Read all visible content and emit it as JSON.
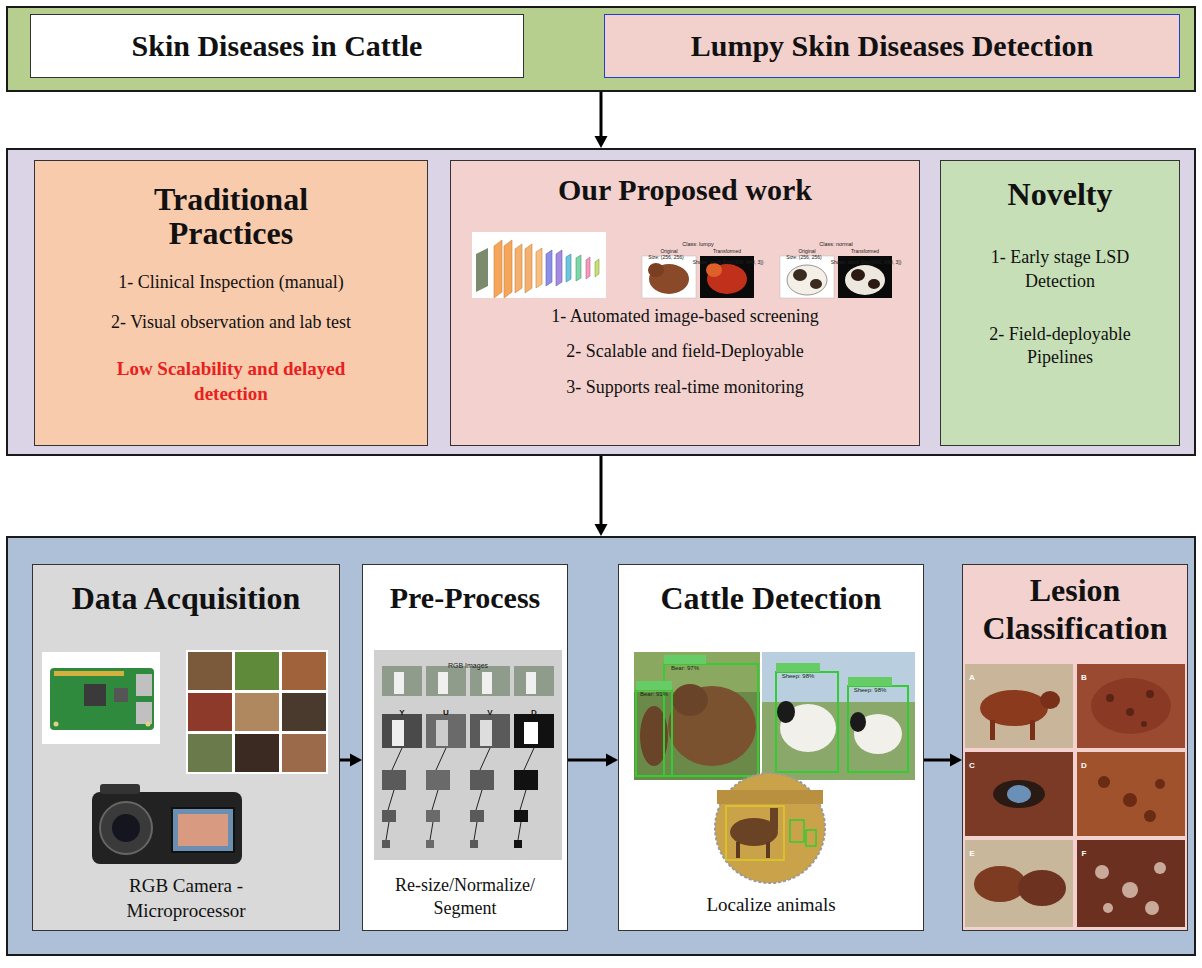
{
  "diagram": {
    "nodes": [
      {
        "text": []
      },
      {
        "text": [
          "Skin Diseases in Cattle"
        ],
        "in": 0
      },
      {
        "text": [
          "Lumpy Skin Diseases Detection"
        ],
        "in": 0
      },
      {
        "text": []
      },
      {
        "text": [
          "Traditional Practices",
          "1- Clinical Inspection (manual)",
          "2- Visual observation and lab test",
          "Low Scalability and delayed detection"
        ],
        "in": 3
      },
      {
        "text": [
          "Our Proposed work",
          "1- Automated image-based screening",
          "2- Scalable and field-Deployable",
          "3- Supports real-time monitoring"
        ],
        "in": 3
      },
      {
        "text": [
          "Novelty",
          "1- Early stage LSD Detection",
          "2- Field-deployable Pipelines"
        ],
        "in": 3
      },
      {
        "text": []
      },
      {
        "text": [
          "Data Acquisition",
          "RGB Camera - Microprocessor"
        ],
        "in": 7
      },
      {
        "text": [
          "Pre-Process",
          "Re-size/Normalize/ Segment"
        ],
        "in": 7
      },
      {
        "text": [
          "Cattle Detection",
          "Localize animals"
        ],
        "in": 7
      },
      {
        "text": [
          "Lesion Classification"
        ],
        "in": 7
      }
    ],
    "edges": [
      {
        "from": 0,
        "to": 3,
        "arrow": "to"
      },
      {
        "from": 3,
        "to": 7,
        "arrow": "to"
      },
      {
        "from": 8,
        "to": 9,
        "arrow": "to"
      },
      {
        "from": 9,
        "to": 10,
        "arrow": "to"
      },
      {
        "from": 10,
        "to": 11,
        "arrow": "to"
      }
    ],
    "labels": [
      "Class: lumpy",
      "Original",
      "Size: (256, 256)",
      "Transformed",
      "Shape: torch.Size([640, 640, 3])",
      "Class: normal",
      "Original",
      "Size: (256, 256)",
      "Transformed",
      "Shape: torch.Size([640, 640, 3])",
      "RGB Images",
      "Y",
      "U",
      "V",
      "D",
      "Bear: 97%",
      "Bear: 91%",
      "Sheep: 98%",
      "Sheep: 98%",
      "A",
      "B",
      "C",
      "D",
      "E",
      "F"
    ]
  }
}
